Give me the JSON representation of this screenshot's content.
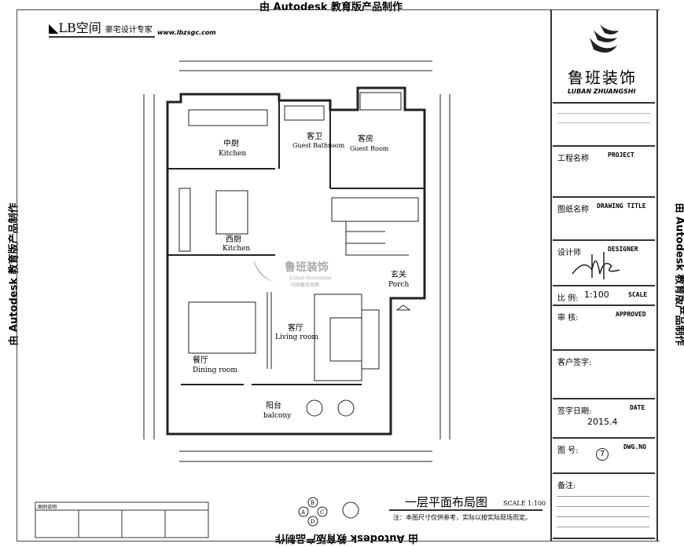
{
  "watermark": "由 Autodesk 教育版产品制作",
  "header": {
    "logo_text": "LB空间",
    "logo_tagline": "豪宅设计专家",
    "website": "www.lbzsgc.com"
  },
  "plan": {
    "rooms": [
      {
        "cn": "中厨",
        "en": "Kitchen"
      },
      {
        "cn": "客卫",
        "en": "Guest Bathroom"
      },
      {
        "cn": "客房",
        "en": "Guest Room"
      },
      {
        "cn": "西厨",
        "en": "Kitchen"
      },
      {
        "cn": "玄关",
        "en": "Porch"
      },
      {
        "cn": "客厅",
        "en": "Living room"
      },
      {
        "cn": "餐厅",
        "en": "Dining room"
      },
      {
        "cn": "阳台",
        "en": "balcony"
      }
    ],
    "center_logo": {
      "cn": "鲁班装饰",
      "en": "Luban decoration",
      "sub": "中国著名品牌"
    },
    "compass": [
      "A",
      "B",
      "C",
      "D"
    ],
    "title": "一层平面布局图",
    "scale": "SCALE 1:100",
    "note": "注：本图尺寸仅供参考，实际以按实际现场而定。",
    "legend_title": "图例说明"
  },
  "title_block": {
    "brand_cn": "鲁班装饰",
    "brand_en": "LUBAN ZHUANGSHI",
    "project_cn": "工程名称",
    "project_en": "PROJECT",
    "drawing_cn": "图纸名称",
    "drawing_en": "DRAWING TITLE",
    "designer_cn": "设计师",
    "designer_en": "DESIGNER",
    "scale_cn": "比  例:",
    "scale_value": "1:100",
    "scale_en": "SCALE",
    "approved_cn": "审  核:",
    "approved_en": "APPROVED",
    "client_cn": "客户签字:",
    "date_cn": "签字日期:",
    "date_en": "DATE",
    "date_value": "2015.4",
    "dwg_cn": "图  号:",
    "dwg_en": "DWG.NO",
    "dwg_value": "7",
    "remark_cn": "备注:"
  }
}
